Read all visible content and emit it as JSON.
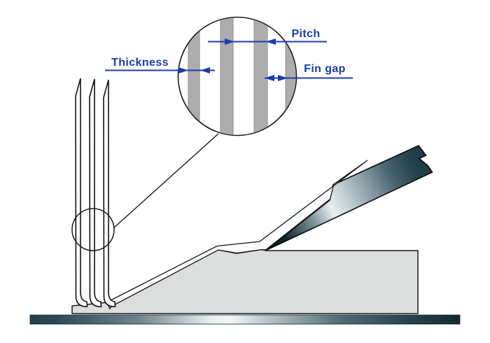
{
  "diagram": {
    "type": "technical-diagram",
    "subject": "skived fin heatsink cutting process",
    "callouts": {
      "pitch": "Pitch",
      "thickness": "Thickness",
      "fin_gap": "Fin gap"
    },
    "colors": {
      "label_blue": "#1a3cae",
      "dimension_line_blue": "#1a3cae",
      "block_gray": "#dcdddd",
      "fin_bar_gray": "#adadad",
      "fin_bar_edge": "#8e8e8e",
      "outline_black": "#1a1a1a",
      "blade_dark": "#0b161b",
      "blade_teal": "#1c3842",
      "blade_highlight": "#e9eff0",
      "baseplate_dark": "#132931",
      "baseplate_light": "#f2f5f6",
      "layer_white": "#fbfcfc",
      "background": "#ffffff"
    }
  }
}
